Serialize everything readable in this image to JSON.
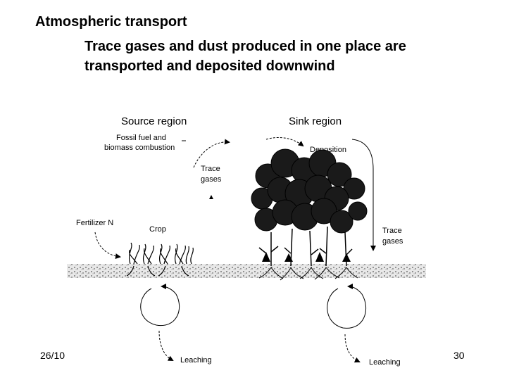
{
  "slide": {
    "title": "Atmospheric transport",
    "subtitle": "Trace gases and dust produced in one place are transported and deposited downwind",
    "date": "26/10",
    "page_number": "30"
  },
  "diagram": {
    "source_region": "Source region",
    "sink_region": "Sink region",
    "fossil_fuel_line1": "Fossil fuel and",
    "fossil_fuel_line2": "biomass combustion",
    "trace_gases_left_line1": "Trace",
    "trace_gases_left_line2": "gases",
    "deposition": "Deposition",
    "fertilizer": "Fertilizer N",
    "crop": "Crop",
    "trace_gases_right_line1": "Trace",
    "trace_gases_right_line2": "gases",
    "leaching_left": "Leaching",
    "leaching_right": "Leaching"
  }
}
